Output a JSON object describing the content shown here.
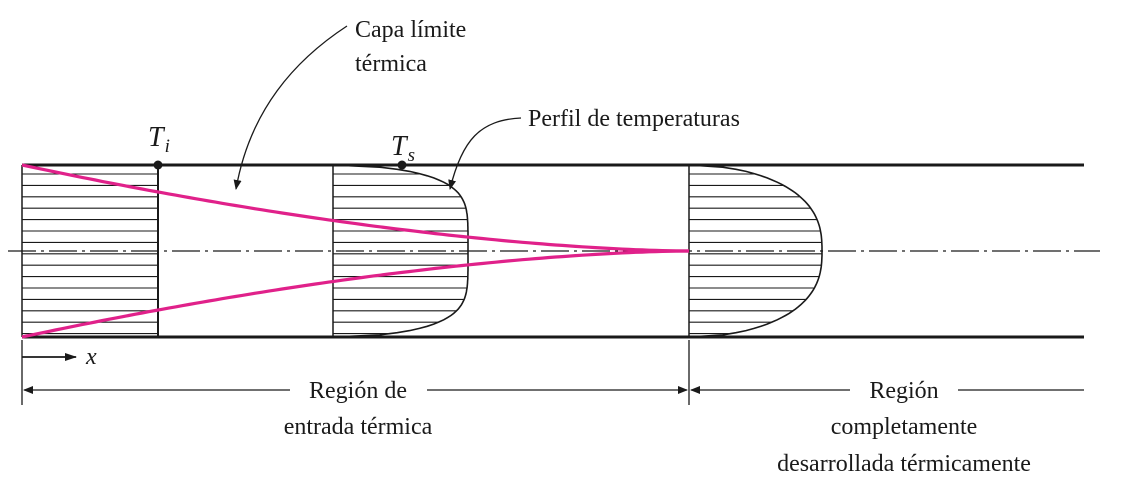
{
  "labels": {
    "capa_limite_line1": "Capa límite",
    "capa_limite_line2": "térmica",
    "perfil": "Perfil de temperaturas",
    "ti_main": "T",
    "ti_sub": "i",
    "ts_main": "T",
    "ts_sub": "s",
    "x": "x",
    "entrada_line1": "Región de",
    "entrada_line2": "entrada térmica",
    "desarrollada_line1": "Región",
    "desarrollada_line2": "completamente",
    "desarrollada_line3": "desarrollada térmicamente"
  },
  "colors": {
    "boundary_layer": "#e0218a",
    "line": "#1a1a1a"
  }
}
